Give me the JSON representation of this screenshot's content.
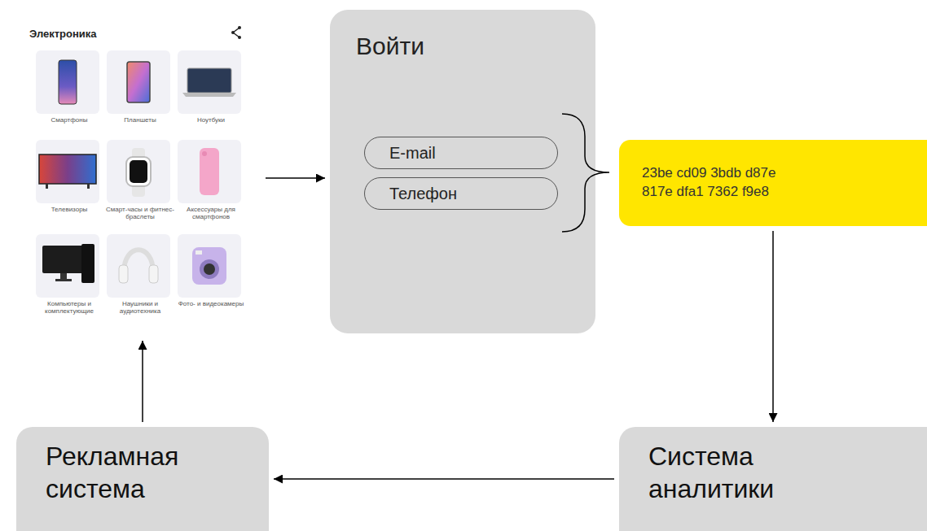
{
  "diagram": {
    "nodes": [
      {
        "text": [
          "Электроника"
        ]
      },
      {
        "text": [
          "Смартфоны"
        ],
        "in": 0
      },
      {
        "text": [
          "Планшеты"
        ],
        "in": 0
      },
      {
        "text": [
          "Ноутбуки"
        ],
        "in": 0
      },
      {
        "text": [
          "Телевизоры"
        ],
        "in": 0
      },
      {
        "text": [
          "Смарт-часы и фитнес-браслеты"
        ],
        "in": 0
      },
      {
        "text": [
          "Аксессуары для смартфонов"
        ],
        "in": 0
      },
      {
        "text": [
          "Компьютеры и комплектующие"
        ],
        "in": 0
      },
      {
        "text": [
          "Наушники и аудиотехника"
        ],
        "in": 0
      },
      {
        "text": [
          "Фото- и видеокамеры"
        ],
        "in": 0
      },
      {
        "text": [
          "Войти"
        ]
      },
      {
        "text": [
          "E-mail"
        ],
        "in": 10
      },
      {
        "text": [
          "Телефон"
        ],
        "in": 10
      },
      {
        "text": [
          "23be cd09 3bdb d87e 817e dfa1 7362 f9e8"
        ]
      },
      {
        "text": [
          "Рекламная система"
        ]
      },
      {
        "text": [
          "Система аналитики"
        ]
      }
    ],
    "edges": [
      {
        "from": 0,
        "to": 10,
        "arrow": "to"
      },
      {
        "from": 13,
        "to": 15,
        "arrow": "to"
      },
      {
        "from": 15,
        "to": 14,
        "arrow": "to"
      },
      {
        "from": 14,
        "to": 0,
        "arrow": "to"
      }
    ]
  }
}
